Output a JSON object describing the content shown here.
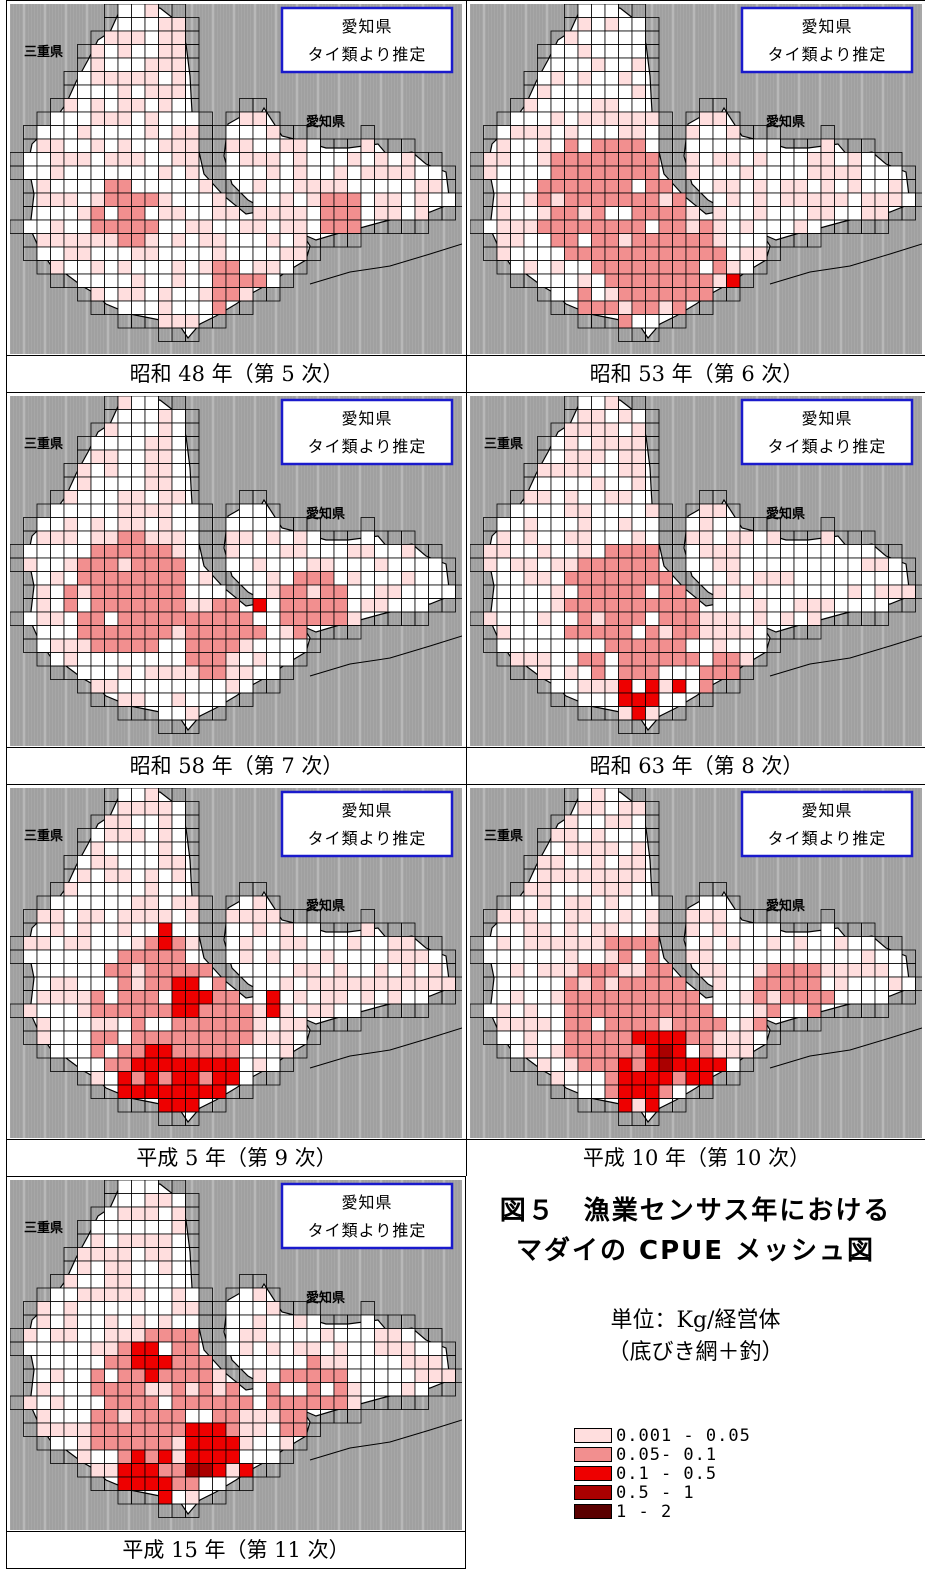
{
  "panels": [
    {
      "caption": "昭和 48 年（第 5 次）",
      "label_mie": "三重県",
      "label_aichi": "愛知県",
      "box_line1": "愛知県",
      "box_line2": "タイ類より推定"
    },
    {
      "caption": "昭和 53 年（第 6 次）",
      "label_mie": "",
      "label_aichi": "愛知県",
      "box_line1": "愛知県",
      "box_line2": "タイ類より推定"
    },
    {
      "caption": "昭和 58 年（第 7 次）",
      "label_mie": "三重県",
      "label_aichi": "愛知県",
      "box_line1": "愛知県",
      "box_line2": "タイ類より推定"
    },
    {
      "caption": "昭和 63 年（第 8 次）",
      "label_mie": "三重県",
      "label_aichi": "愛知県",
      "box_line1": "愛知県",
      "box_line2": "タイ類より推定"
    },
    {
      "caption": "平成 5 年（第 9 次）",
      "label_mie": "三重県",
      "label_aichi": "愛知県",
      "box_line1": "愛知県",
      "box_line2": "タイ類より推定"
    },
    {
      "caption": "平成 10 年（第 10 次）",
      "label_mie": "三重県",
      "label_aichi": "愛知県",
      "box_line1": "愛知県",
      "box_line2": "タイ類より推定"
    },
    {
      "caption": "平成 15 年（第 11 次）",
      "label_mie": "三重県",
      "label_aichi": "愛知県",
      "box_line1": "愛知県",
      "box_line2": "タイ類より推定"
    }
  ],
  "figure": {
    "title_line1": "図５　漁業センサス年における",
    "title_line2": "マダイの CPUE メッシュ図",
    "unit_line1": "単位：Kg/経営体",
    "unit_line2": "（底びき網＋釣）"
  },
  "legend": [
    {
      "label": "0.001 - 0.05",
      "color": "#ffdede"
    },
    {
      "label": "0.05- 0.1",
      "color": "#f28f8f"
    },
    {
      "label": "0.1 - 0.5",
      "color": "#ee0000"
    },
    {
      "label": "0.5 - 1",
      "color": "#aa0000"
    },
    {
      "label": "1 - 2",
      "color": "#5a0000"
    }
  ],
  "colors": {
    "land": "#a7a7a7",
    "sea": "#ffffff",
    "box_border": "#1a1acc",
    "mesh_line": "#000000"
  }
}
